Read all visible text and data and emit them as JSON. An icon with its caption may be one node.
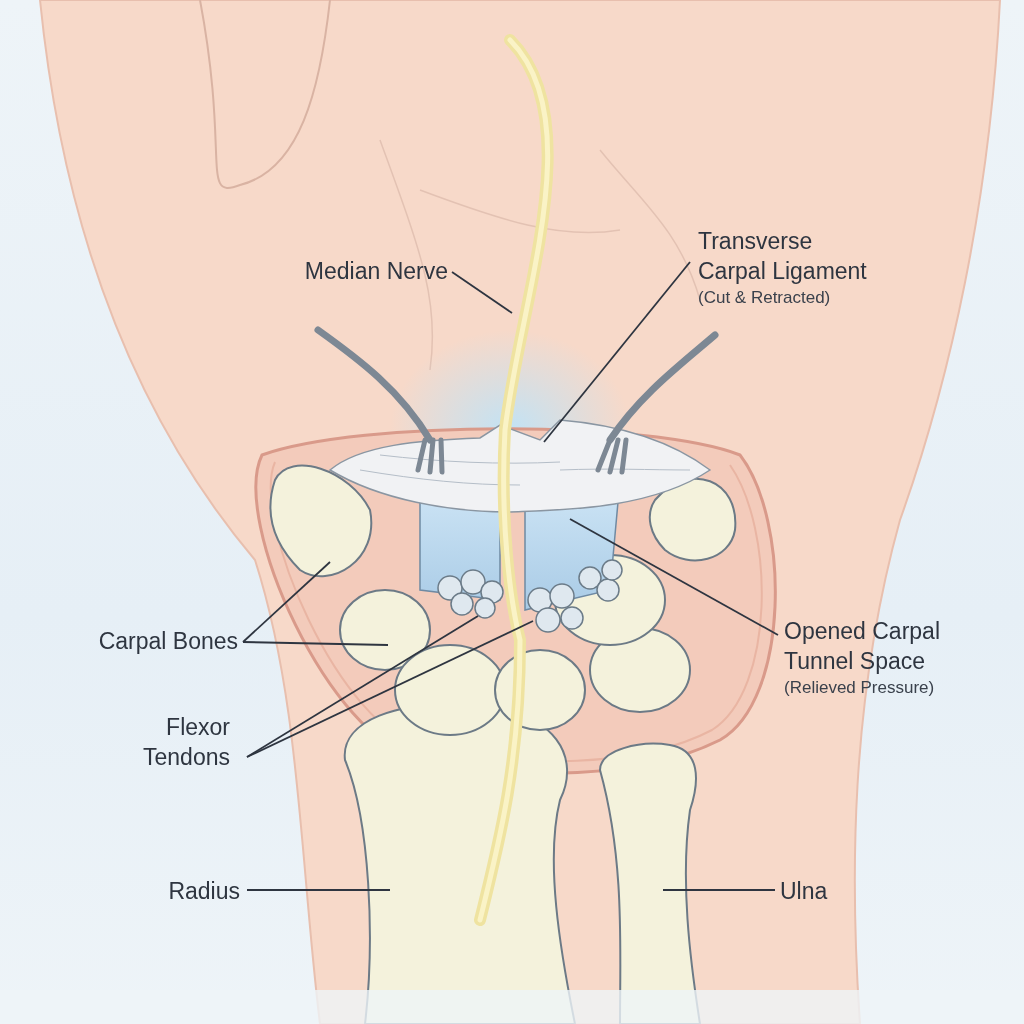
{
  "diagram": {
    "nodes": [
      {
        "text": [
          "Median Nerve"
        ]
      },
      {
        "text": [
          "Transverse Carpal Ligament",
          "(Cut & Retracted)"
        ]
      },
      {
        "text": [
          "Carpal Bones"
        ]
      },
      {
        "text": [
          "Flexor Tendons"
        ]
      },
      {
        "text": [
          "Opened Carpal Tunnel Space",
          "(Relieved Pressure)"
        ]
      },
      {
        "text": [
          "Radius"
        ]
      },
      {
        "text": [
          "Ulna"
        ]
      }
    ],
    "edges": [
      {
        "from": 0,
        "to": null,
        "arrow": "none"
      },
      {
        "from": 1,
        "to": null,
        "arrow": "none"
      },
      {
        "from": 2,
        "to": null,
        "arrow": "none"
      },
      {
        "from": 2,
        "to": null,
        "arrow": "none"
      },
      {
        "from": 3,
        "to": null,
        "arrow": "none"
      },
      {
        "from": 3,
        "to": null,
        "arrow": "none"
      },
      {
        "from": 4,
        "to": null,
        "arrow": "none"
      },
      {
        "from": 5,
        "to": null,
        "arrow": "none"
      },
      {
        "from": 6,
        "to": null,
        "arrow": "none"
      }
    ]
  }
}
